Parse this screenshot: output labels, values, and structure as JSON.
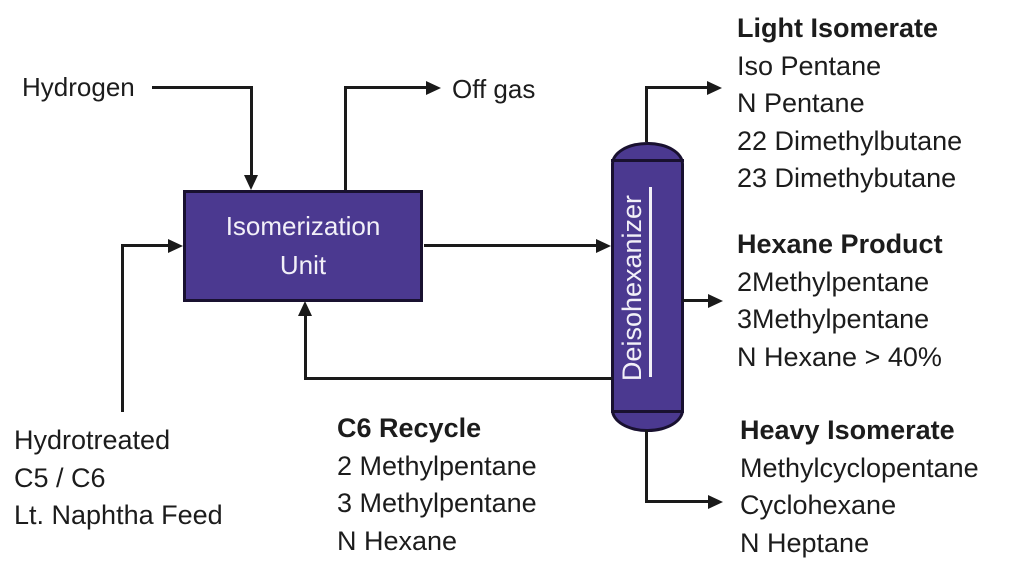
{
  "colors": {
    "vessel_purple": "#4b3990",
    "vessel_border": "#191130",
    "line_black": "#1a1a1a",
    "vessel_text": "#f2f0f8",
    "text": "#1c1c1c"
  },
  "labels": {
    "hydrogen": "Hydrogen",
    "off_gas": "Off gas"
  },
  "unit": {
    "line1": "Isomerization",
    "line2": "Unit"
  },
  "column": {
    "label": "Deisohexanizer"
  },
  "feed": {
    "lines": [
      "Hydrotreated",
      "C5 / C6",
      "Lt. Naphtha Feed"
    ]
  },
  "recycle": {
    "title": "C6 Recycle",
    "items": [
      "2 Methylpentane",
      "3 Methylpentane",
      "N Hexane"
    ]
  },
  "light_isomerate": {
    "title": "Light Isomerate",
    "items": [
      "Iso Pentane",
      "N Pentane",
      "22 Dimethylbutane",
      "23 Dimethybutane"
    ]
  },
  "hexane_product": {
    "title": "Hexane Product",
    "items": [
      "2Methylpentane",
      "3Methylpentane",
      "N Hexane > 40%"
    ]
  },
  "heavy_isomerate": {
    "title": "Heavy Isomerate",
    "items": [
      "Methylcyclopentane",
      "Cyclohexane",
      "N Heptane"
    ]
  }
}
